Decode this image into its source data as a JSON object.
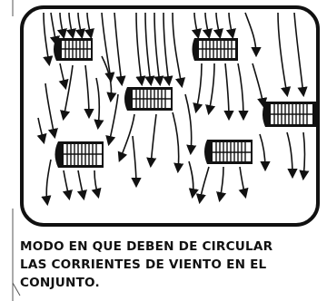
{
  "diagram": {
    "ink_color": "#111111",
    "paper_color": "#ffffff",
    "unit_count": 6,
    "blank_labels": "",
    "caption_lines": [
      "MODO EN QUE DEBEN DE CIRCULAR",
      "LAS CORRIENTES DE VIENTO EN EL",
      "CONJUNTO."
    ]
  }
}
